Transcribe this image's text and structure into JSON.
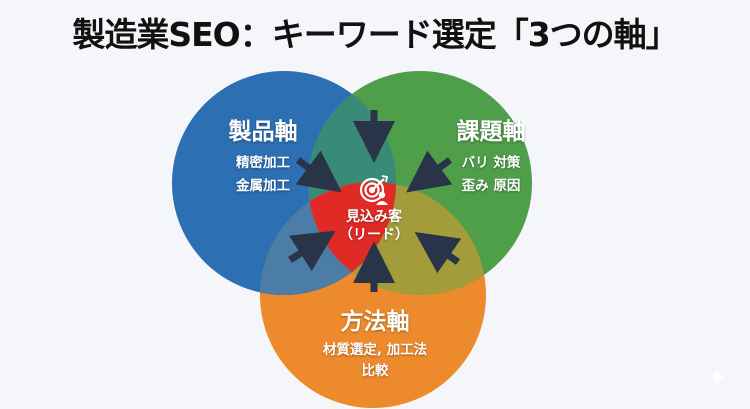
{
  "title": "製造業SEO：キーワード選定「3つの軸」",
  "circles": [
    {
      "id": "product",
      "title": "製品軸",
      "items": [
        "精密加工",
        "金属加工"
      ],
      "color": "#2c6fb3"
    },
    {
      "id": "problem",
      "title": "課題軸",
      "items": [
        "バリ 対策",
        "歪み 原因"
      ],
      "color": "#4e9e4a"
    },
    {
      "id": "method",
      "title": "方法軸",
      "items": [
        "材質選定, 加工法",
        "比較"
      ],
      "color": "#ec8a2c"
    }
  ],
  "center": {
    "icon": "target-person-icon",
    "line1": "見込み客",
    "line2": "（リード）",
    "color": "#e02a26"
  },
  "arrow_color": "#2a3448",
  "overlap_colors": {
    "blue_green": "#3a8a7a",
    "blue_orange": "#4a7ea8",
    "green_orange": "#a19c3c"
  }
}
